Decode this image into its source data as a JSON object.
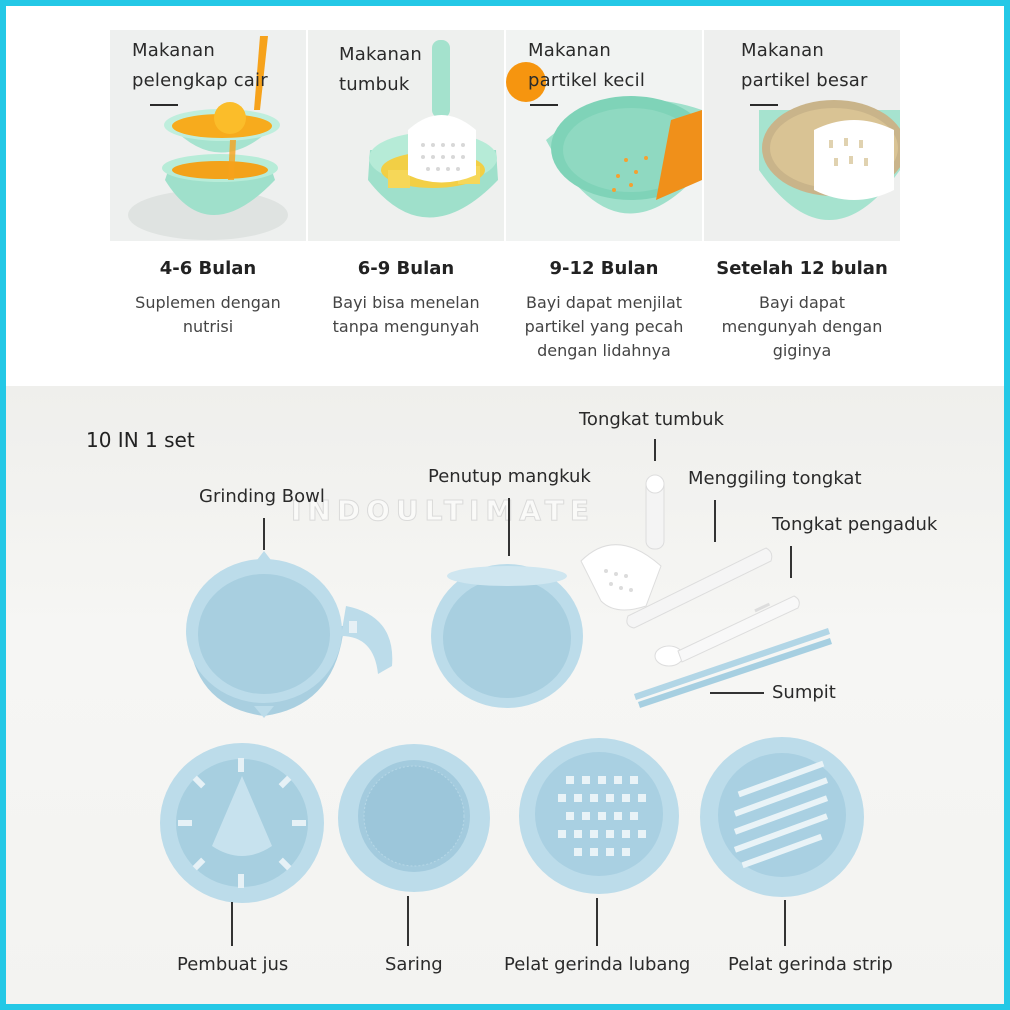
{
  "stages": [
    {
      "label": "Makanan\npelengkap cair",
      "age": "4-6 Bulan",
      "desc": "Suplemen dengan\nnutrisi"
    },
    {
      "label": "Makanan\ntumbuk",
      "age": "6-9 Bulan",
      "desc": "Bayi bisa menelan\ntanpa mengunyah"
    },
    {
      "label": "Makanan\npartikel kecil",
      "age": "9-12 Bulan",
      "desc": "Bayi dapat menjilat\npartikel yang pecah\ndengan lidahnya"
    },
    {
      "label": "Makanan\npartikel besar",
      "age": "Setelah 12 bulan",
      "desc": "Bayi dapat\nmengunyah dengan\ngiginya"
    }
  ],
  "set": {
    "title": "10 IN 1 set",
    "watermark": "INDOULTIMATE",
    "parts": {
      "grinding_bowl": "Grinding Bowl",
      "bowl_lid": "Penutup mangkuk",
      "masher": "Tongkat tumbuk",
      "grinding_stick": "Menggiling tongkat",
      "stir_stick": "Tongkat pengaduk",
      "chopsticks": "Sumpit",
      "juicer": "Pembuat jus",
      "strainer": "Saring",
      "hole_plate": "Pelat gerinda lubang",
      "strip_plate": "Pelat gerinda strip"
    }
  },
  "colors": {
    "frame": "#24c8e6",
    "product": "#b9dcea",
    "bowl_mint": "#a6e3cf"
  }
}
